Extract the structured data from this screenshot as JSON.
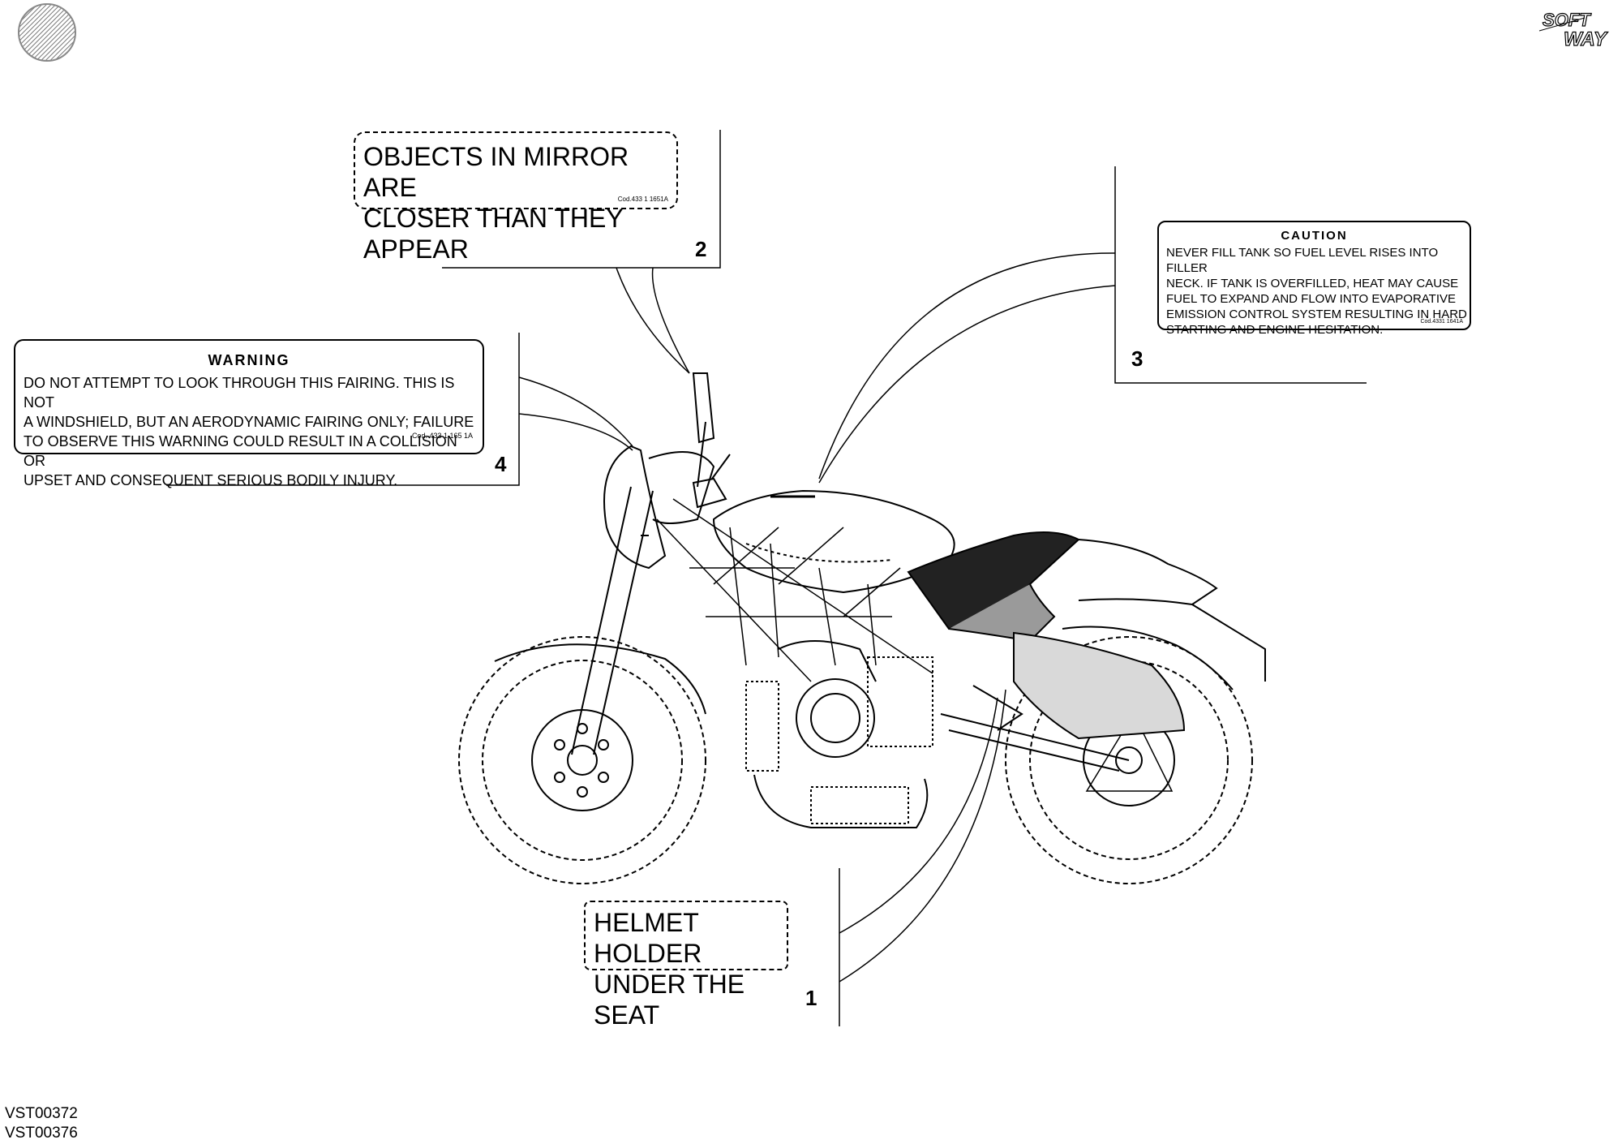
{
  "labels": {
    "mirror": {
      "line1": "OBJECTS IN MIRROR ARE",
      "line2": "CLOSER THAN THEY APPEAR",
      "code": "Cod.433 1 1651A",
      "number": "2"
    },
    "caution": {
      "heading": "CAUTION",
      "lines": [
        "NEVER FILL TANK SO FUEL LEVEL RISES INTO FILLER",
        "NECK. IF TANK IS OVERFILLED, HEAT MAY CAUSE",
        "FUEL TO EXPAND AND FLOW INTO EVAPORATIVE",
        "EMISSION CONTROL SYSTEM RESULTING IN HARD",
        "STARTING AND ENGINE HESITATION."
      ],
      "code": "Cod.4331 1641A",
      "number": "3"
    },
    "warning": {
      "heading": "WARNING",
      "lines": [
        "DO NOT ATTEMPT TO LOOK THROUGH THIS FAIRING. THIS IS NOT",
        "A WINDSHIELD, BUT AN AERODYNAMIC FAIRING ONLY; FAILURE",
        "TO OBSERVE THIS WARNING COULD RESULT IN A COLLISION OR",
        "UPSET AND CONSEQUENT SERIOUS BODILY INJURY."
      ],
      "code": "Cod. 433 1 165 1A",
      "number": "4"
    },
    "helmet": {
      "line1": "HELMET HOLDER",
      "line2": "UNDER THE SEAT",
      "number": "1"
    }
  },
  "logo": {
    "top": "SOFT",
    "bottom": "WAY"
  },
  "references": [
    "VST00372",
    "VST00376"
  ]
}
